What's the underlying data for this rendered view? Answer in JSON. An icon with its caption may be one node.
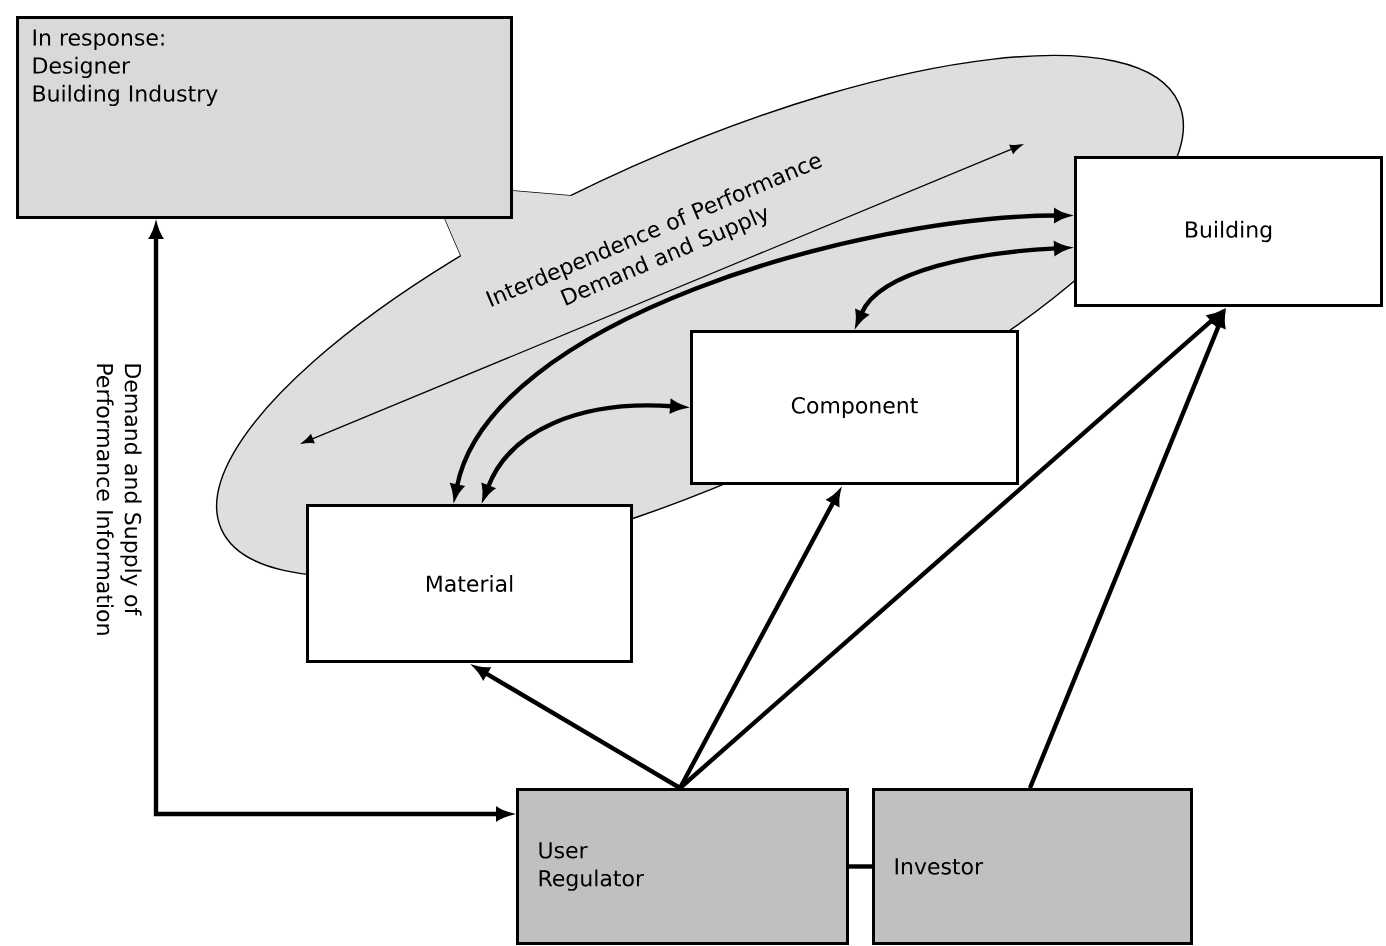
{
  "diagram": {
    "nodes": [
      {
        "text": [
          "In response:",
          "Designer",
          "Building Industry"
        ]
      },
      {
        "text": [
          "Building"
        ]
      },
      {
        "text": [
          "Component"
        ]
      },
      {
        "text": [
          "Material"
        ]
      },
      {
        "text": [
          "User",
          "Regulator"
        ]
      },
      {
        "text": [
          "Investor"
        ]
      }
    ],
    "edges": [
      {
        "from": 4,
        "to": 0,
        "arrow": "both",
        "label": "Demand and Supply of Performance Information"
      },
      {
        "from": 3,
        "to": 1,
        "arrow": "both"
      },
      {
        "from": 3,
        "to": 2,
        "arrow": "both"
      },
      {
        "from": 2,
        "to": 1,
        "arrow": "both"
      },
      {
        "from": 4,
        "to": 3,
        "arrow": "to"
      },
      {
        "from": 4,
        "to": 2,
        "arrow": "to"
      },
      {
        "from": 4,
        "to": 1,
        "arrow": "to"
      },
      {
        "from": 5,
        "to": 1,
        "arrow": "to"
      },
      {
        "from": 4,
        "to": 5,
        "arrow": "none"
      }
    ],
    "labels": [
      "Interdependence of Performance Demand and Supply"
    ]
  }
}
